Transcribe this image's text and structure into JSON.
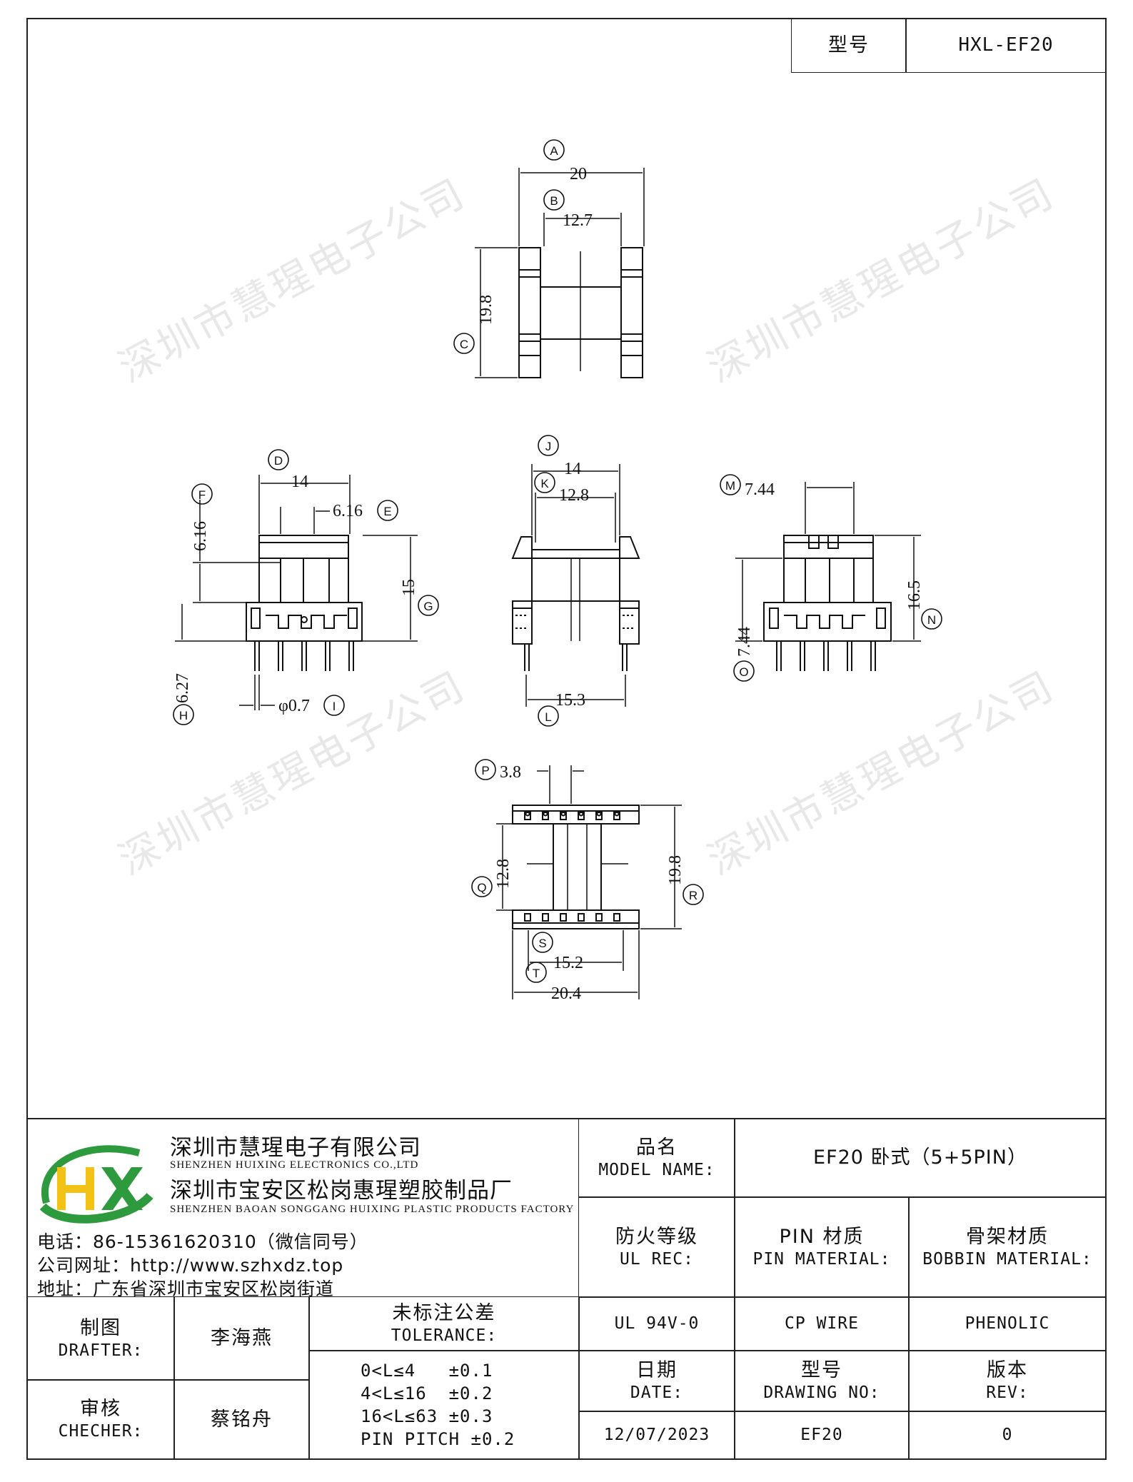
{
  "header": {
    "model_label": "型号",
    "model_value": "HXL-EF20"
  },
  "watermark": "深圳市慧瑆电子公司",
  "drawing": {
    "top_view": {
      "A": "20",
      "B": "12.7",
      "C": "19.8"
    },
    "front_view": {
      "D": "14",
      "E": "6.16",
      "F": "6.16",
      "G": "15",
      "H": "6.27",
      "I": "φ0.7"
    },
    "side_view": {
      "J": "14",
      "K": "12.8",
      "L": "15.3"
    },
    "right_view": {
      "M": "7.44",
      "N": "16.5",
      "O": "7.44"
    },
    "bottom_view": {
      "P": "3.8",
      "Q": "12.8",
      "R": "19.8",
      "S": "15.2",
      "T": "20.4"
    },
    "callouts": [
      "A",
      "B",
      "C",
      "D",
      "E",
      "F",
      "G",
      "H",
      "I",
      "J",
      "K",
      "L",
      "M",
      "N",
      "O",
      "P",
      "Q",
      "R",
      "S",
      "T"
    ]
  },
  "company": {
    "name_cn": "深圳市慧瑆电子有限公司",
    "name_en": "SHENZHEN HUIXING ELECTRONICS CO.,LTD",
    "factory_cn": "深圳市宝安区松岗惠瑆塑胶制品厂",
    "factory_en": "SHENZHEN BAOAN SONGGANG HUIXING PLASTIC PRODUCTS FACTORY",
    "phone": "电话：86-15361620310（微信同号）",
    "website": "公司网址：http://www.szhxdz.top",
    "address": "地址：广东省深圳市宝安区松岗街道",
    "logo_text": "HX",
    "colors": {
      "logo_green": "#2e9a3e",
      "logo_yellow": "#f2c316"
    }
  },
  "titleblock": {
    "model_name_cn": "品名",
    "model_name_en": "MODEL NAME:",
    "model_name_value": "EF20 卧式（5+5PIN）",
    "ul_cn": "防火等级",
    "ul_en": "UL REC:",
    "pin_cn": "PIN 材质",
    "pin_en": "PIN MATERIAL:",
    "bobbin_cn": "骨架材质",
    "bobbin_en": "BOBBIN MATERIAL:",
    "ul_value": "UL 94V-0",
    "pin_value": "CP WIRE",
    "bobbin_value": "PHENOLIC",
    "drafter_cn": "制图",
    "drafter_en": "DRAFTER:",
    "drafter_value": "李海燕",
    "checker_cn": "审核",
    "checker_en": "CHECHER:",
    "checker_value": "蔡铭舟",
    "tolerance_cn": "未标注公差",
    "tolerance_en": "TOLERANCE:",
    "tolerance_lines": [
      "0<L≤4   ±0.1",
      "4<L≤16  ±0.2",
      "16<L≤63 ±0.3",
      "PIN PITCH ±0.2"
    ],
    "date_cn": "日期",
    "date_en": "DATE:",
    "drawing_no_cn": "型号",
    "drawing_no_en": "DRAWING NO:",
    "rev_cn": "版本",
    "rev_en": "REV:",
    "date_value": "12/07/2023",
    "drawing_no_value": "EF20",
    "rev_value": "0"
  }
}
